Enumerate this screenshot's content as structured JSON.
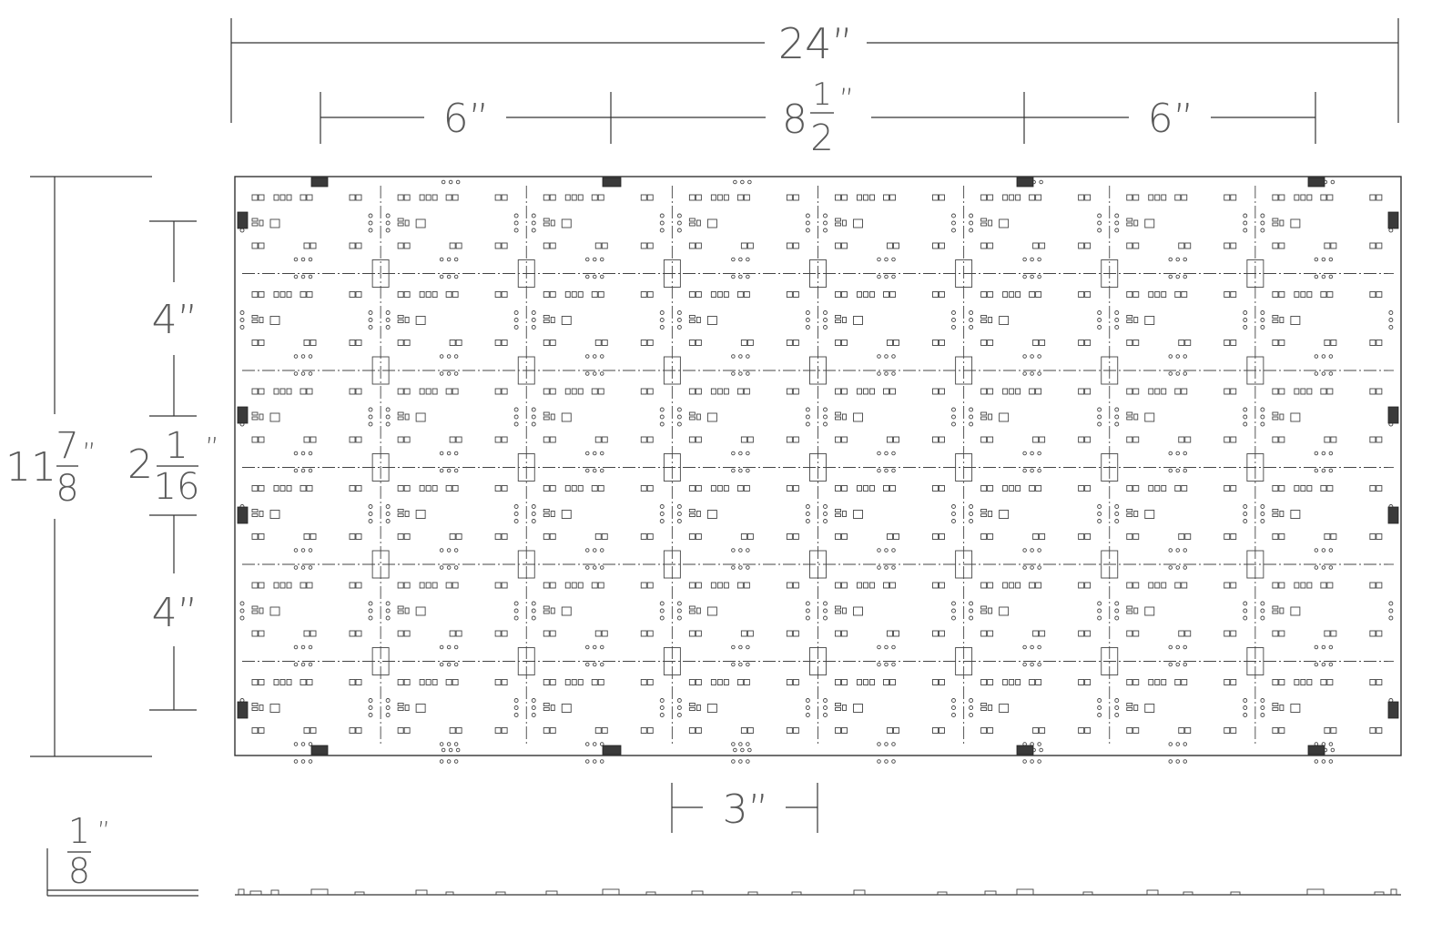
{
  "dimensions": {
    "total_width": "24”",
    "left_span": "6”",
    "middle_span_whole": "8",
    "middle_span_num": "1",
    "middle_span_den": "2",
    "middle_span_unit": "”",
    "right_span": "6”",
    "total_height_whole": "11",
    "total_height_num": "7",
    "total_height_den": "8",
    "total_height_unit": "”",
    "upper_pitch": "4”",
    "gap_whole": "2",
    "gap_num": "1",
    "gap_den": "16",
    "gap_unit": "”",
    "lower_pitch": "4”",
    "cell_width": "3”",
    "thickness_num": "1",
    "thickness_den": "8",
    "thickness_unit": "”"
  },
  "board": {
    "columns": 8,
    "rows": 6
  },
  "colors": {
    "line": "#333333",
    "text": "#5a5a5a",
    "pad_fill": "#3a3a3a"
  }
}
